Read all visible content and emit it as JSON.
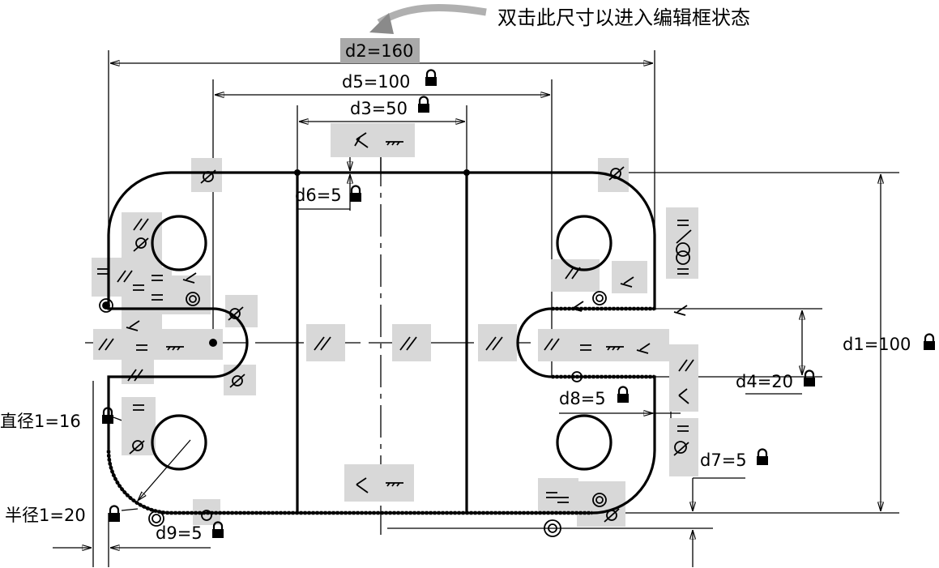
{
  "annotation": "双击此尺寸以进入编辑框状态",
  "dims": {
    "d2": "d2=160",
    "d5": "d5=100",
    "d3": "d3=50",
    "d6": "d6=5",
    "d1": "d1=100",
    "d4": "d4=20",
    "d8": "d8=5",
    "d7": "d7=5",
    "d9": "d9=5",
    "diameter": "直径1=16",
    "radius": "半径1=20"
  },
  "colors": {
    "highlight": "#a9a9a9",
    "constraint_bg": "#d8d8d8"
  }
}
